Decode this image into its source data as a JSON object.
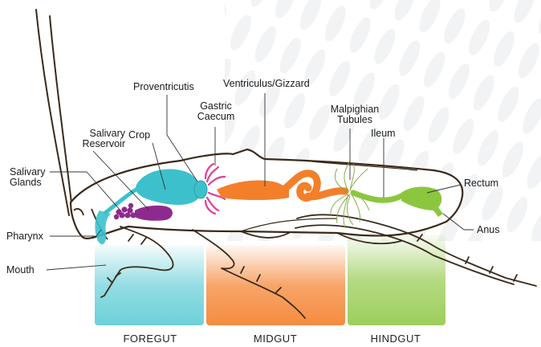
{
  "labels": {
    "proventriculus": "Proventricutis",
    "ventriculus": "Ventriculus/Gizzard",
    "gastric_caecum": [
      "Gastric",
      "Caecum"
    ],
    "crop": "Crop",
    "salivary_reservoir": [
      "Salivary",
      "Reservoir"
    ],
    "salivary_glands": [
      "Salivary",
      "Glands"
    ],
    "malpighian_tubules": [
      "Malpighian",
      "Tubules"
    ],
    "ileum": "Ileum",
    "rectum": "Rectum",
    "anus": "Anus",
    "pharynx": "Pharynx",
    "mouth": "Mouth"
  },
  "regions": {
    "foregut": "FOREGUT",
    "midgut": "MIDGUT",
    "hindgut": "HINDGUT"
  },
  "colors": {
    "foregut": "#3cc1cc",
    "midgut": "#f47f2a",
    "hindgut": "#8cc63f",
    "salivary": "#8e2a8e",
    "caecum": "#e03e96",
    "outline": "#3b2a1a"
  }
}
